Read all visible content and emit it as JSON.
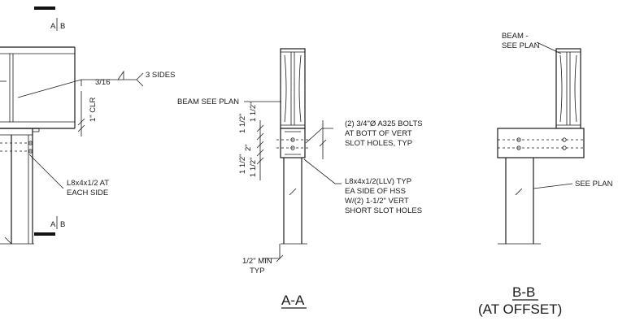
{
  "section_markers": {
    "top_left": "A",
    "top_right": "B",
    "bottom_left": "A",
    "bottom_right": "B"
  },
  "left_detail": {
    "weld_size": "3/16",
    "weld_note": "3 SIDES",
    "clearance": "1\" CLR",
    "angle_note_line1": "L8x4x1/2 AT",
    "angle_note_line2": "EACH SIDE"
  },
  "section_aa": {
    "title": "A-A",
    "beam_note": "BEAM SEE PLAN",
    "bolts_line1": "(2) 3/4\"Ø A325 BOLTS",
    "bolts_line2": "AT BOTT OF VERT",
    "bolts_line3": "SLOT HOLES, TYP",
    "angle_line1": "L8x4x1/2(LLV) TYP",
    "angle_line2": "EA SIDE OF HSS",
    "angle_line3": "W/(2) 1-1/2\" VERT",
    "angle_line4": "SHORT SLOT HOLES",
    "min_line1": "1/2\" MIN",
    "min_line2": "TYP",
    "dims": [
      "1 1/2\"",
      "1 1/2\"",
      "2\"",
      "1 1/2\"",
      "1 1/2\""
    ]
  },
  "section_bb": {
    "title_line1": "B-B",
    "title_line2": "(AT OFFSET)",
    "beam_line1": "BEAM -",
    "beam_line2": "SEE PLAN",
    "see_plan": "SEE PLAN"
  }
}
